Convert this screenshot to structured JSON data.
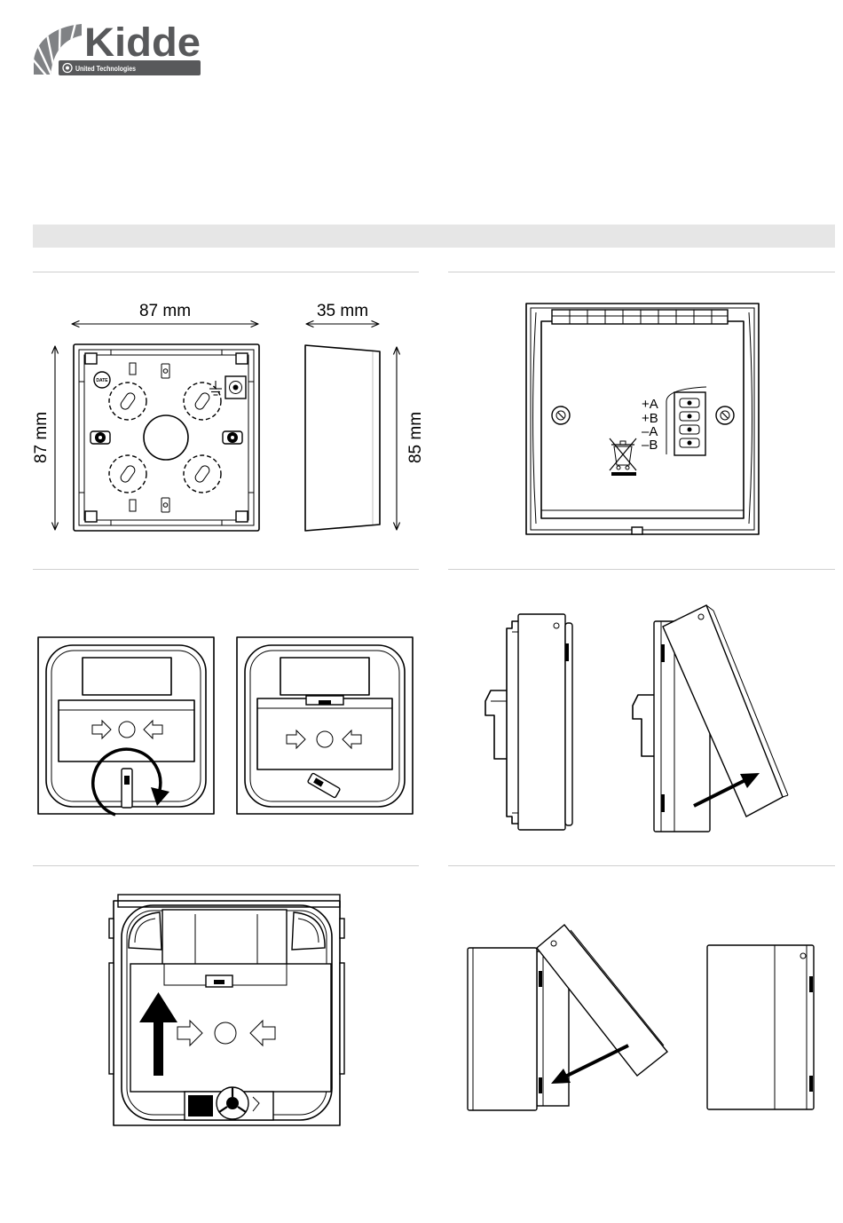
{
  "logo": {
    "brand": "Kidde",
    "tagline": "United Technologies"
  },
  "figures": {
    "dimensions": {
      "width_label": "87 mm",
      "height_label": "87 mm",
      "depth_label": "35 mm",
      "side_height_label": "85 mm",
      "date_marking": "DATE"
    },
    "wiring": {
      "terminals": [
        "+A",
        "+B",
        "–A",
        "–B"
      ]
    }
  },
  "icons": {
    "logo": "kidde-swoosh-icon",
    "earth": "earth-ground-icon",
    "disposal": "weee-crossed-bin-icon",
    "rotate": "rotate-clockwise-arrow-icon",
    "lift": "up-arrow-icon"
  },
  "colors": {
    "logo_gray": "#58595b",
    "swoosh_gray": "#808285",
    "section_bar": "#e6e6e6",
    "rule": "#cfcfcf"
  }
}
